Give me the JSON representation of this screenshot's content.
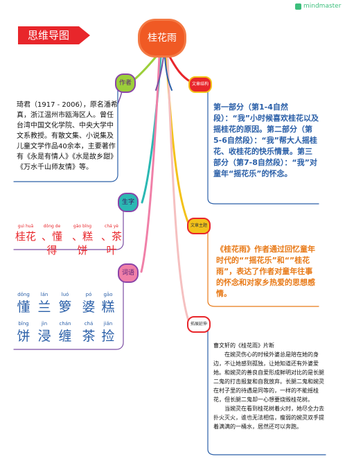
{
  "brand": {
    "text": "mindmaster"
  },
  "title_tag": "思维导图",
  "center": "桂花雨",
  "author": {
    "badge": "作者",
    "text": "琦君（1917 - 2006），原名潘希真，浙江温州市瓯海区人。曾任台湾中国文化学院、中央大学中文系教授。有散文集、小说集及儿童文学作品40余本，主要著作有《永是有情人》《水是故乡甜》《万水千山师友情》等。"
  },
  "structure": {
    "badge": "文章结构",
    "text": "第一部分（第1-4自然段）：“我”小时候喜欢桂花以及摇桂花的原因。第二部分（第5-6自然段）：“我”帮大人摇桂花、收桂花的快乐情景。第三部分（第7-8自然段）：“我”对童年“摇花乐”的怀念。"
  },
  "shengzi": {
    "badge": "生字",
    "items": [
      {
        "pinyin": "guì huā",
        "hanzi": "桂花"
      },
      {
        "pinyin": "dǒng de",
        "hanzi": "、懂得"
      },
      {
        "pinyin": "gāo bǐng",
        "hanzi": "、糕饼"
      },
      {
        "pinyin": "chá yè",
        "hanzi": "、茶叶"
      }
    ]
  },
  "theme": {
    "badge": "文章主题",
    "text": "《桂花雨》作者通过回忆童年时代的“”摇花乐”和“”桂花雨”，表达了作者对童年往事的怀念和对家乡热爱的思想感情。"
  },
  "vocab": {
    "badge": "词语",
    "row1": [
      {
        "pinyin": "dǒng",
        "hanzi": "懂"
      },
      {
        "pinyin": "lán",
        "hanzi": "兰"
      },
      {
        "pinyin": "luó",
        "hanzi": "箩"
      },
      {
        "pinyin": "pó",
        "hanzi": "婆"
      },
      {
        "pinyin": "gāo",
        "hanzi": "糕"
      }
    ],
    "row2": [
      {
        "pinyin": "bǐng",
        "hanzi": "饼"
      },
      {
        "pinyin": "jìn",
        "hanzi": "浸"
      },
      {
        "pinyin": "chán",
        "hanzi": "缠"
      },
      {
        "pinyin": "chá",
        "hanzi": "茶"
      },
      {
        "pinyin": "jiǎn",
        "hanzi": "捡"
      }
    ]
  },
  "extension": {
    "badge": "拓展延伸",
    "title": "曹文轩的《桂花雨》片断",
    "p1": "在婉灵伤心的时候外婆总是陪在她的身边，不让她感到孤独，让她知道还有外婆爱她。和婉灵的善良自爱形成鲜明对比的是长腿二鬼的打击报复和自我放弃。长腿二鬼和婉灵在村子里的待遇是同等的，一样的不能摇桂花，但长腿二鬼却一心想要烧毁桂花树。",
    "p2": "当婉灵在看到桂花树着火时，她尽全力去扑火灭火，谁也无法相信，瘦弱的婉灵双手提着满满的一桶水，居然还可以奔跑。"
  }
}
